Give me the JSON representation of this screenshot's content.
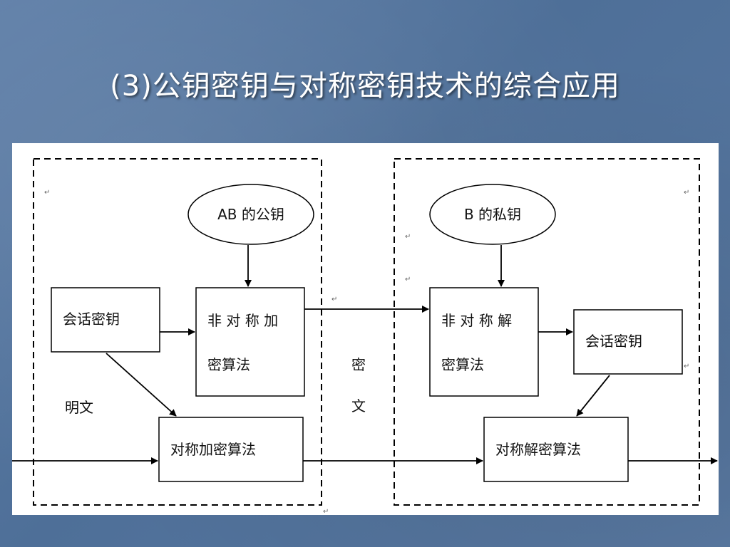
{
  "title": "(3)公钥密钥与对称密钥技术的综合应用",
  "nodes": {
    "ab_public_key": "AB 的公钥",
    "b_private_key": "B 的私钥",
    "session_key_left": "会话密钥",
    "asym_encrypt_line1": "非 对 称 加",
    "asym_encrypt_line2": "密算法",
    "asym_decrypt_line1": "非 对 称 解",
    "asym_decrypt_line2": "密算法",
    "session_key_right": "会话密钥",
    "sym_encrypt": "对称加密算法",
    "sym_decrypt": "对称解密算法",
    "plaintext": "明文",
    "ciphertext_line1": "密",
    "ciphertext_line2": "文"
  }
}
